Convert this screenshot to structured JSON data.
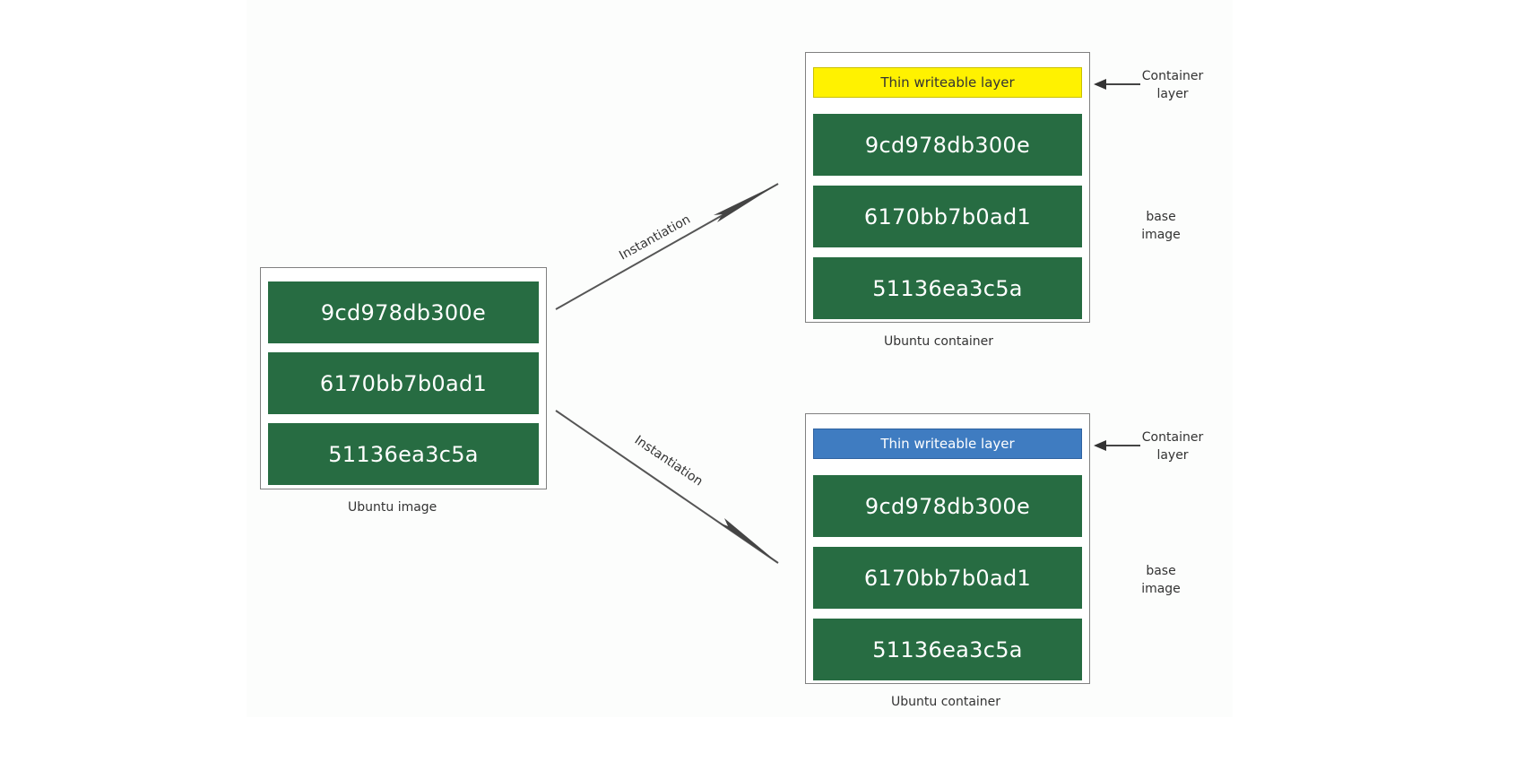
{
  "ubuntu_image": {
    "caption": "Ubuntu image",
    "layers": [
      "9cd978db300e",
      "6170bb7b0ad1",
      "51136ea3c5a"
    ]
  },
  "edges": {
    "top_label": "Instantiation",
    "bottom_label": "Instantiation"
  },
  "container_top": {
    "caption": "Ubuntu container",
    "thin_layer": "Thin writeable layer",
    "thin_color": "#fff200",
    "layers": [
      "9cd978db300e",
      "6170bb7b0ad1",
      "51136ea3c5a"
    ],
    "container_layer_label": [
      "Container",
      "layer"
    ],
    "base_image_label": [
      "base",
      "image"
    ]
  },
  "container_bottom": {
    "caption": "Ubuntu container",
    "thin_layer": "Thin writeable layer",
    "thin_color": "#3f7cc1",
    "layers": [
      "9cd978db300e",
      "6170bb7b0ad1",
      "51136ea3c5a"
    ],
    "container_layer_label": [
      "Container",
      "layer"
    ],
    "base_image_label": [
      "base",
      "image"
    ]
  },
  "colors": {
    "layer_green": "#276c42",
    "border_gray": "#808080",
    "line_gray": "#555555"
  }
}
